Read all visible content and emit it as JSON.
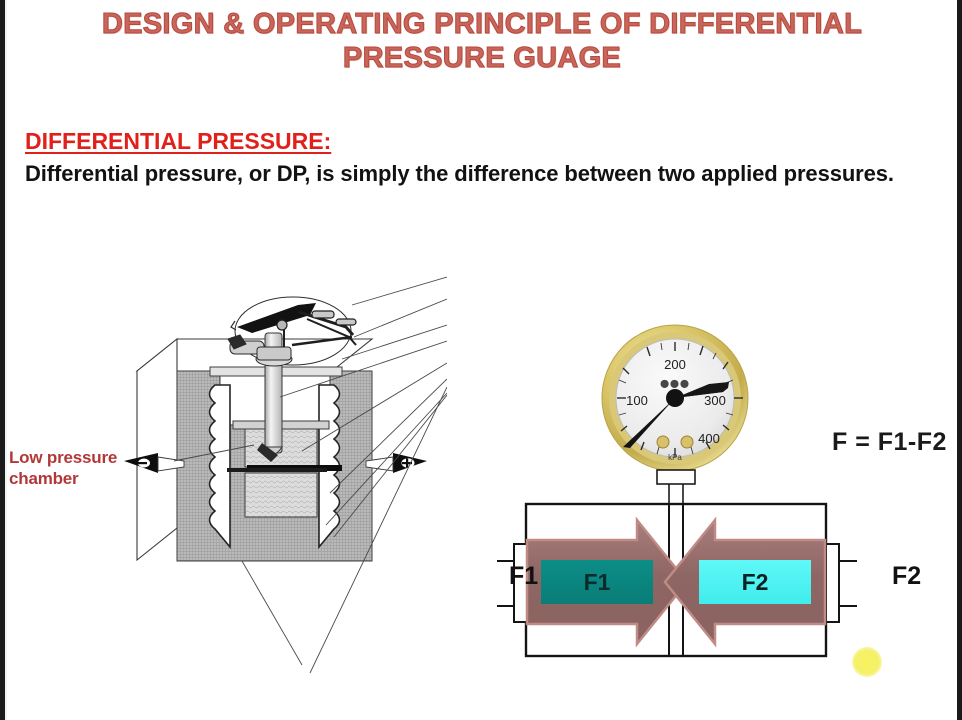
{
  "slide": {
    "title_lines": [
      "DESIGN & OPERATING PRINCIPLE OF DIFFERENTIAL",
      "PRESSURE GUAGE"
    ],
    "title_color": "#c9655a",
    "heading": "DIFFERENTIAL PRESSURE:",
    "heading_color": "#e0211b",
    "body_paragraph": "Differential pressure, or DP, is simply the difference between two applied pressures."
  },
  "left_figure": {
    "name": "differential-pressure-cell-cutaway",
    "callout_label_line1": "Low pressure",
    "callout_label_line2": "chamber",
    "callout_color": "#9c1f1f",
    "port_markers": [
      "minus-port-left",
      "plus-port-right"
    ]
  },
  "right_figure": {
    "name": "force-balance-schematic",
    "gauge": {
      "name": "pressure-gauge-dial",
      "tick_labels": [
        "100",
        "200",
        "300",
        "400"
      ],
      "unit": "kPa",
      "bezel_color": "#d8c46a",
      "face_color": "#eeeeee",
      "needle_color": "#141414"
    },
    "left_arrow": {
      "label": "F1",
      "fill_color": "#0c8a84",
      "outline_color": "#9b6a68"
    },
    "right_arrow": {
      "label": "F2",
      "fill_color": "#4df3f3",
      "outline_color": "#9b6a68"
    },
    "left_port_label": "F1",
    "right_port_label": "F2",
    "formula": "F = F1-F2",
    "cursor_highlight_color": "#f5f05e"
  }
}
